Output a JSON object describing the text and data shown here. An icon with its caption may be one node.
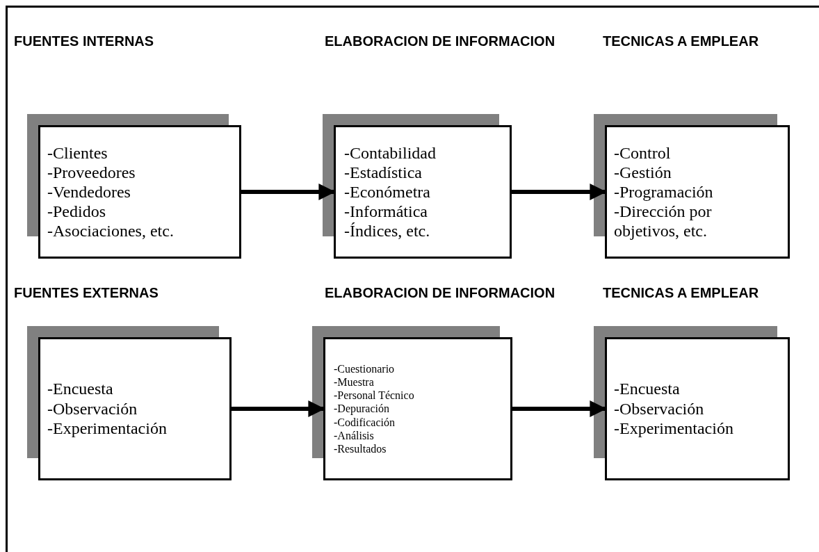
{
  "diagram": {
    "nodes": [
      {
        "text": [
          "-Clientes",
          "-Proveedores",
          "-Vendedores",
          "-Pedidos",
          "-Asociaciones, etc."
        ]
      },
      {
        "text": [
          "-Contabilidad",
          "-Estadística",
          "-Económetra",
          "-Informática",
          "-Índices, etc."
        ]
      },
      {
        "text": [
          "-Control",
          "-Gestión",
          "-Programación",
          "-Dirección por objetivos, etc."
        ]
      },
      {
        "text": [
          "-Encuesta",
          "-Observación",
          "-Experimentación"
        ]
      },
      {
        "text": [
          "-Cuestionario",
          "-Muestra",
          "-Personal Técnico",
          "-Depuración",
          "-Codificación",
          "-Análisis",
          "-Resultados"
        ]
      },
      {
        "text": [
          "-Encuesta",
          "-Observación",
          "-Experimentación"
        ]
      }
    ],
    "edges": [
      {
        "from": 0,
        "to": 1,
        "arrow": "to"
      },
      {
        "from": 1,
        "to": 2,
        "arrow": "to"
      },
      {
        "from": 3,
        "to": 4,
        "arrow": "to"
      },
      {
        "from": 4,
        "to": 5,
        "arrow": "to"
      }
    ],
    "labels": [
      "FUENTES INTERNAS",
      "ELABORACION DE INFORMACION",
      "TECNICAS A EMPLEAR",
      "FUENTES EXTERNAS",
      "ELABORACION DE INFORMACION",
      "TECNICAS A EMPLEAR"
    ]
  }
}
